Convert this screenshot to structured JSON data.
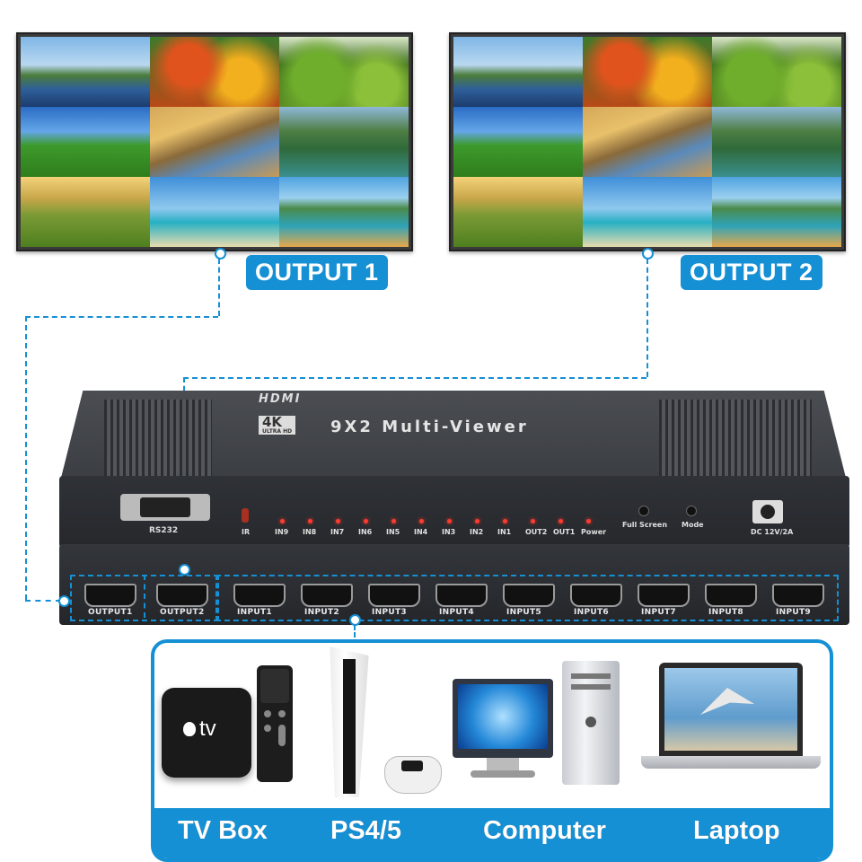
{
  "outputs": {
    "output1_label": "OUTPUT 1",
    "output2_label": "OUTPUT 2"
  },
  "device": {
    "brand": "HDMI",
    "badge": "4K",
    "badge_sub": "ULTRA HD",
    "model": "9X2 Multi-Viewer",
    "rs232_label": "RS232",
    "ir_label": "IR",
    "full_screen_label": "Full Screen",
    "mode_label": "Mode",
    "dc_label": "DC 12V/2A",
    "leds": [
      "IN9",
      "IN8",
      "IN7",
      "IN6",
      "IN5",
      "IN4",
      "IN3",
      "IN2",
      "IN1",
      "OUT2",
      "OUT1",
      "Power"
    ],
    "output_ports": [
      "OUTPUT1",
      "OUTPUT2"
    ],
    "input_ports": [
      "INPUT1",
      "INPUT2",
      "INPUT3",
      "INPUT4",
      "INPUT5",
      "INPUT6",
      "INPUT7",
      "INPUT8",
      "INPUT9"
    ]
  },
  "sources": {
    "tv_box_label": "TV Box",
    "ps_label": "PS4/5",
    "computer_label": "Computer",
    "laptop_label": "Laptop",
    "apple_tv_text": "tv"
  },
  "colors": {
    "accent": "#1590d4",
    "led": "#ff3b2f"
  }
}
